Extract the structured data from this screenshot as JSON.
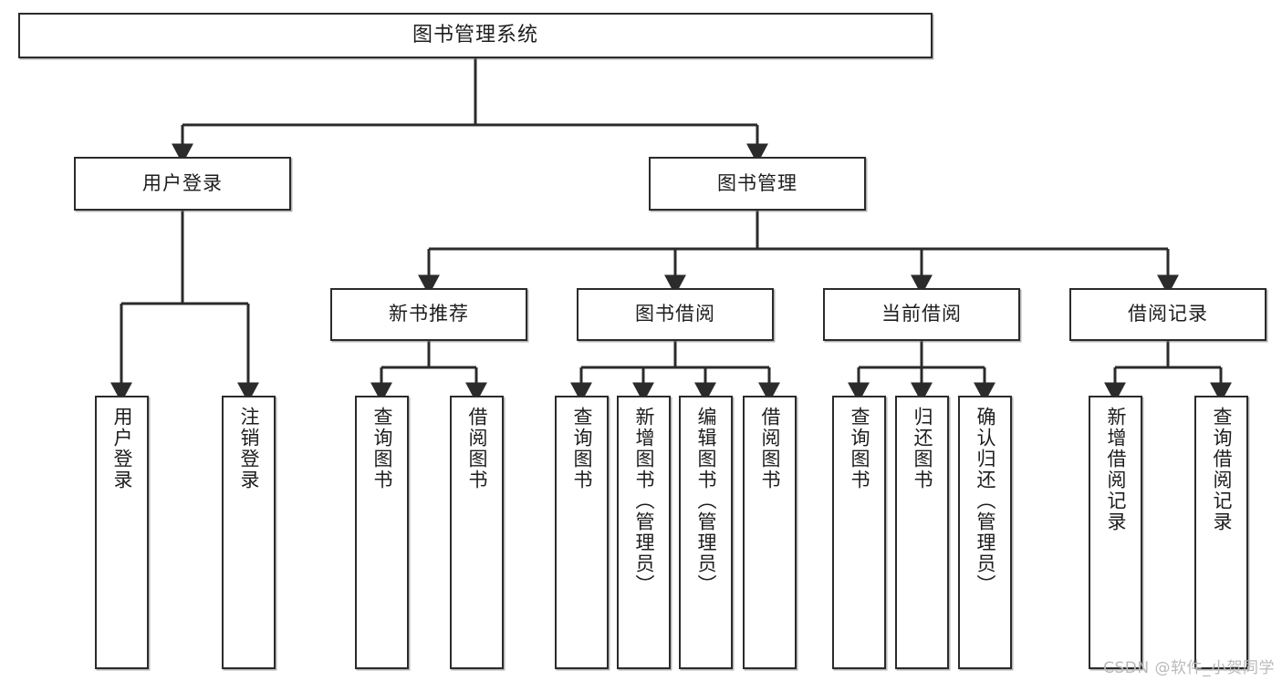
{
  "diagram": {
    "title": "图书管理系统",
    "type": "tree-hierarchy-diagram",
    "watermark": "CSDN @软件_小贺同学",
    "style": {
      "background": "#ffffff",
      "box_border": "#2b2b2b",
      "box_fill": "#ffffff",
      "connector": "#2b2b2b",
      "watermark_color": "#b9b9b9"
    },
    "nodes": {
      "root": {
        "label": "图书管理系统"
      },
      "level2": [
        {
          "label": "用户登录"
        },
        {
          "label": "图书管理"
        }
      ],
      "level3": [
        {
          "label": "新书推荐"
        },
        {
          "label": "图书借阅"
        },
        {
          "label": "当前借阅"
        },
        {
          "label": "借阅记录"
        }
      ],
      "leaves_user_login": [
        {
          "label": "用户登录"
        },
        {
          "label": "注销登录"
        }
      ],
      "leaves_new_book": [
        {
          "label": "查询图书"
        },
        {
          "label": "借阅图书"
        }
      ],
      "leaves_borrow": [
        {
          "label": "查询图书"
        },
        {
          "label": "新增图书（管理员）"
        },
        {
          "label": "编辑图书（管理员）"
        },
        {
          "label": "借阅图书"
        }
      ],
      "leaves_current": [
        {
          "label": "查询图书"
        },
        {
          "label": "归还图书"
        },
        {
          "label": "确认归还（管理员）"
        }
      ],
      "leaves_record": [
        {
          "label": "新增借阅记录"
        },
        {
          "label": "查询借阅记录"
        }
      ]
    }
  }
}
